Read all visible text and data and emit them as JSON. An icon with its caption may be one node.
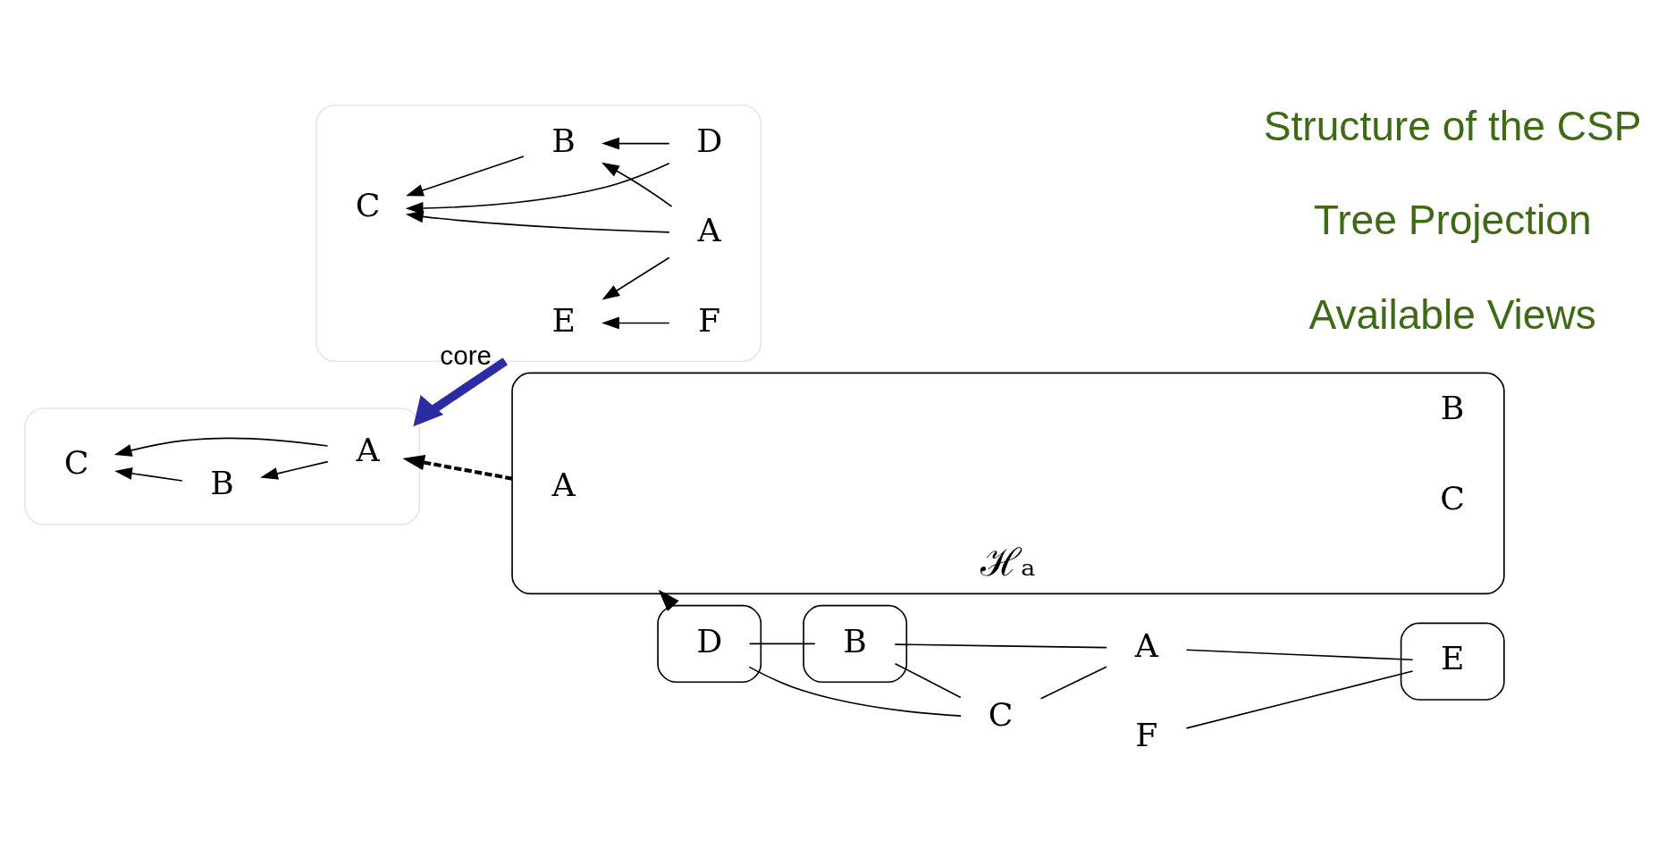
{
  "diagram": {
    "nodes": [
      {
        "text": [],
        "shape": "box"
      },
      {
        "text": [
          "A"
        ],
        "in": 0
      },
      {
        "text": [
          "B"
        ],
        "in": 0
      },
      {
        "text": [
          "C"
        ],
        "in": 0
      },
      {
        "text": [],
        "shape": "box"
      },
      {
        "text": [
          "E"
        ],
        "in": 4
      },
      {
        "text": [
          "F"
        ],
        "in": 4
      },
      {
        "text": [
          "A"
        ],
        "in": 4
      },
      {
        "text": [
          "B"
        ],
        "in": 4
      },
      {
        "text": [
          "C"
        ],
        "in": 4
      },
      {
        "text": [
          "D"
        ],
        "in": 4
      },
      {
        "text": [],
        "shape": "cloud",
        "beside": [
          "ℋₐ"
        ]
      },
      {
        "text": [
          "A"
        ],
        "in": 11
      },
      {
        "text": [
          "B"
        ],
        "in": 11
      },
      {
        "text": [
          "C"
        ],
        "in": 11
      },
      {
        "text": [],
        "shape": "ellipse"
      },
      {
        "text": [
          "E"
        ],
        "in": 15
      },
      {
        "text": [
          "F"
        ]
      },
      {
        "text": [],
        "shape": "ellipse"
      },
      {
        "text": [
          "A"
        ]
      },
      {
        "text": [
          "B"
        ],
        "in": 18
      },
      {
        "text": [
          "C"
        ]
      },
      {
        "text": [],
        "shape": "ellipse"
      },
      {
        "text": [
          "D"
        ],
        "in": 22
      }
    ],
    "edges": [
      {
        "from": 1,
        "to": 3,
        "arrow": "to"
      },
      {
        "from": 1,
        "to": 2,
        "arrow": "to"
      },
      {
        "from": 2,
        "to": 3,
        "arrow": "to"
      },
      {
        "from": 6,
        "to": 5,
        "arrow": "to"
      },
      {
        "from": 7,
        "to": 5,
        "arrow": "to"
      },
      {
        "from": 7,
        "to": 9,
        "arrow": "to"
      },
      {
        "from": 7,
        "to": 8,
        "arrow": "to"
      },
      {
        "from": 8,
        "to": 9,
        "arrow": "to"
      },
      {
        "from": 10,
        "to": 9,
        "arrow": "to"
      },
      {
        "from": 10,
        "to": 8,
        "arrow": "to"
      },
      {
        "from": 16,
        "to": 17,
        "arrow": "none"
      },
      {
        "from": 16,
        "to": 19,
        "arrow": "none"
      },
      {
        "from": 19,
        "to": 21,
        "arrow": "none"
      },
      {
        "from": 19,
        "to": 20,
        "arrow": "none"
      },
      {
        "from": 21,
        "to": 20,
        "arrow": "none"
      },
      {
        "from": 21,
        "to": 23,
        "arrow": "none"
      },
      {
        "from": 20,
        "to": 23,
        "arrow": "none"
      },
      {
        "from": 4,
        "to": 0,
        "arrow": "to",
        "label": "core",
        "style": "thick",
        "color": "#2b2ba6"
      },
      {
        "from": 22,
        "to": 11,
        "arrow": "to",
        "style": "dashed"
      },
      {
        "from": 11,
        "to": 1,
        "arrow": "to",
        "style": "dashed"
      }
    ],
    "labels": [
      "Structure of the CSP",
      "Tree Projection",
      "Available Views"
    ]
  }
}
